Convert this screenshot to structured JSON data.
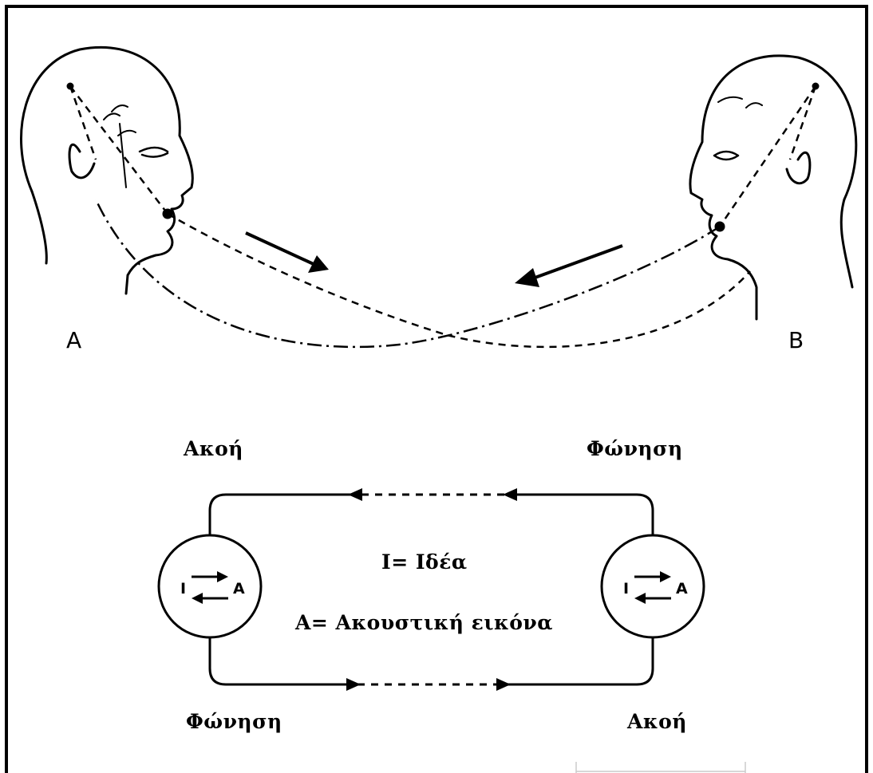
{
  "people": {
    "speaker_a": "A",
    "speaker_b": "B"
  },
  "circuit": {
    "top_left": "Ακοή",
    "top_right": "Φώνηση",
    "bottom_left": "Φώνηση",
    "bottom_right": "Ακοή",
    "legend_idea": "I= Ιδέα",
    "legend_acoustic": "A= Ακουστική εικόνα",
    "left_circle": {
      "idea": "I",
      "acoustic": "A"
    },
    "right_circle": {
      "idea": "I",
      "acoustic": "A"
    }
  },
  "colors": {
    "ink": "#000000",
    "background": "#ffffff"
  }
}
